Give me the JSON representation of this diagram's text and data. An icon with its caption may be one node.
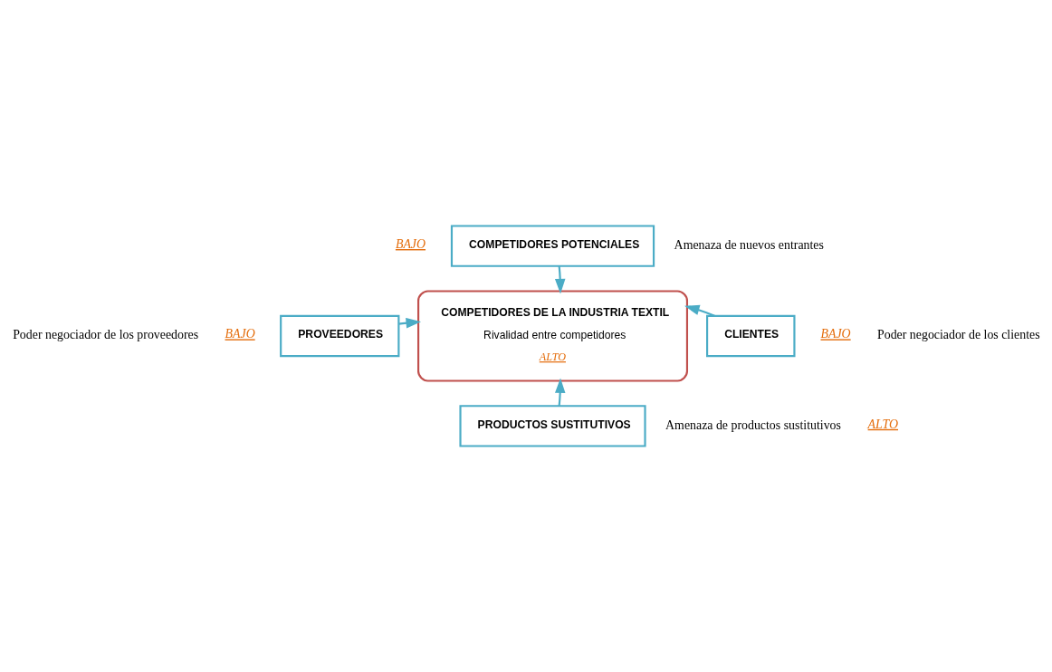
{
  "diagram": {
    "nodes": [
      {
        "text": [
          "COMPETIDORES POTENCIALES"
        ],
        "beside": [
          "BAJO",
          "Amenaza de nuevos entrantes"
        ]
      },
      {
        "text": [
          "PROVEEDORES"
        ],
        "beside": [
          "Poder negociador de los proveedores",
          "BAJO"
        ]
      },
      {
        "text": [
          "COMPETIDORES DE LA INDUSTRIA TEXTIL",
          "Rivalidad entre competidores",
          "ALTO"
        ]
      },
      {
        "text": [
          "CLIENTES"
        ],
        "beside": [
          "Poder negociador de los clientes",
          "BAJO"
        ]
      },
      {
        "text": [
          "PRODUCTOS SUSTITUTIVOS"
        ],
        "beside": [
          "Amenaza de productos sustitutivos",
          "ALTO"
        ]
      }
    ],
    "edges": [
      {
        "from": 0,
        "to": 2,
        "arrow": "to"
      },
      {
        "from": 1,
        "to": 2,
        "arrow": "to"
      },
      {
        "from": 3,
        "to": 2,
        "arrow": "to"
      },
      {
        "from": 4,
        "to": 2,
        "arrow": "to"
      }
    ]
  }
}
